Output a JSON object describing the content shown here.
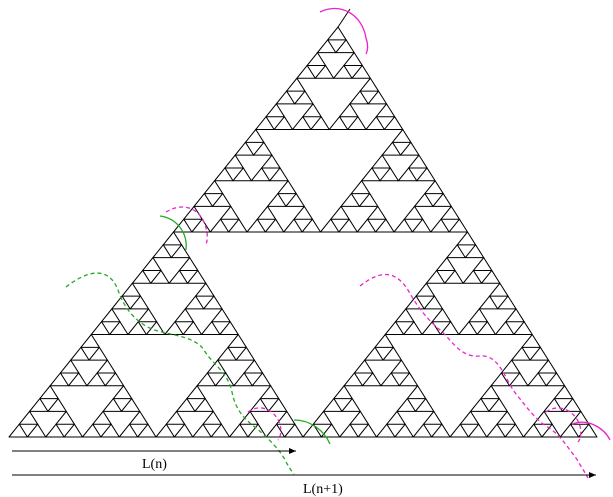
{
  "diagram": {
    "recursion_depth": 5,
    "labels": {
      "small_span": "L(n)",
      "large_span": "L(n+1)"
    },
    "colors": {
      "lines": "#000000",
      "path_left": "#22aa22",
      "path_right": "#ee22cc",
      "background": "#ffffff"
    }
  }
}
